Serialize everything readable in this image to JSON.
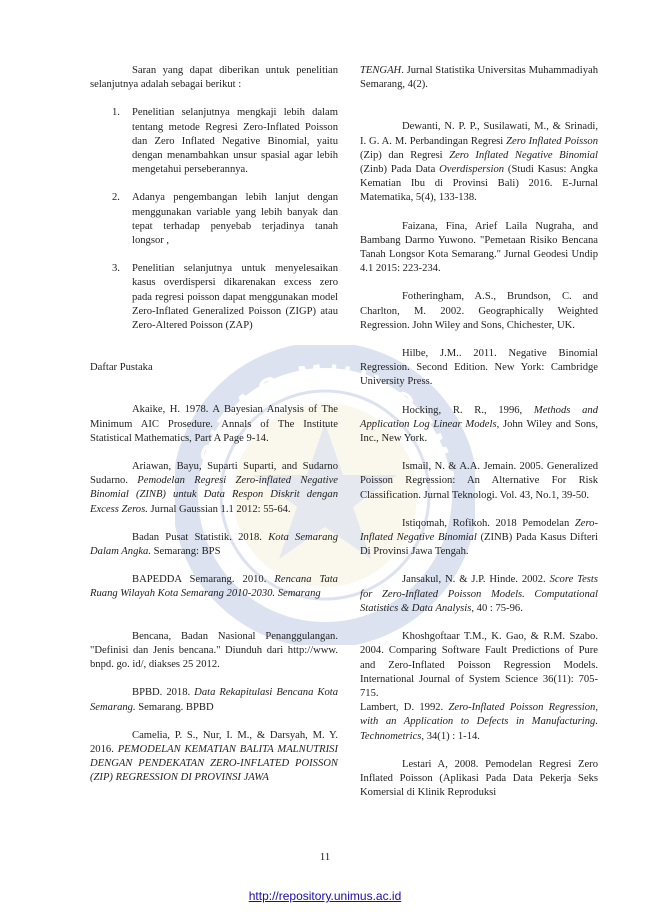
{
  "left": {
    "intro": "Saran yang dapat diberikan untuk penelitian selanjutnya adalah sebagai berikut :",
    "suggestions": [
      {
        "num": "1.",
        "text": "Penelitian selanjutnya mengkaji lebih dalam tentang metode Regresi Zero-Inflated Poisson dan Zero Inflated Negative Binomial, yaitu dengan menambahkan unsur spasial agar lebih mengetahui perseberannya."
      },
      {
        "num": "2.",
        "text": "Adanya pengembangan lebih lanjut dengan menggunakan variable yang lebih banyak dan tepat terhadap penyebab terjadinya tanah longsor ,"
      },
      {
        "num": "3.",
        "text": "Penelitian selanjutnya untuk menyelesaikan kasus overdispersi dikarenakan excess zero pada regresi poisson dapat menggunakan model Zero-Inflated Generalized Poisson (ZIGP) atau Zero-Altered Poisson (ZAP)"
      }
    ],
    "refs_heading": "Daftar Pustaka",
    "refs": [
      {
        "plain": "Akaike, H. 1978. A Bayesian Analysis of The Minimum AIC Prosedure. Annals of The Institute Statistical Mathematics, Part A Page 9-14.",
        "italic": "",
        "tail": ""
      },
      {
        "plain": "Ariawan, Bayu, Suparti Suparti, and Sudarno Sudarno. ",
        "italic": "Pemodelan Regresi Zero-inflated Negative Binomial (ZINB) untuk Data Respon Diskrit dengan Excess Zeros.",
        "tail": " Jurnal Gaussian 1.1 2012: 55-64."
      },
      {
        "plain": "Badan Pusat Statistik. 2018. ",
        "italic": "Kota Semarang Dalam Angka.",
        "tail": " Semarang: BPS"
      },
      {
        "plain": "BAPEDDA Semarang. 2010. ",
        "italic": "Rencana Tata Ruang Wilayah Kota Semarang 2010-2030. Semarang",
        "tail": ""
      },
      {
        "plain": "Bencana, Badan Nasional Penanggulangan. \"Definisi dan Jenis bencana.\" Diunduh dari http://www. bnpd. go. id/, diakses 25 2012.",
        "italic": "",
        "tail": ""
      },
      {
        "plain": "BPBD. 2018. ",
        "italic": "Data Rekapitulasi Bencana Kota Semarang.",
        "tail": " Semarang. BPBD"
      },
      {
        "plain": "Camelia, P. S., Nur, I. M., & Darsyah, M. Y. 2016. ",
        "italic": "PEMODELAN KEMATIAN BALITA MALNUTRISI DENGAN PENDEKATAN ZERO-INFLATED POISSON (ZIP) REGRESSION DI PROVINSI JAWA",
        "tail": ""
      }
    ]
  },
  "right": {
    "continuation_italic": "TENGAH",
    "continuation_plain": ". Jurnal Statistika Universitas Muhammadiyah Semarang, 4(2).",
    "refs": [
      {
        "parts": [
          {
            "t": "Dewanti, N. P. P., Susilawati, M., & Srinadi, I. G. A. M. Perbandingan Regresi "
          },
          {
            "t": "Zero Inflated Poisson",
            "i": true
          },
          {
            "t": " (Zip) dan Regresi "
          },
          {
            "t": "Zero Inflated Negative Binomial",
            "i": true
          },
          {
            "t": " (Zinb) Pada Data "
          },
          {
            "t": "Overdispersion",
            "i": true
          },
          {
            "t": " (Studi Kasus: Angka Kematian Ibu di Provinsi Bali) 2016. E-Jurnal Matematika, 5(4), 133-138."
          }
        ]
      },
      {
        "parts": [
          {
            "t": "Faizana, Fina, Arief Laila Nugraha, and Bambang Darmo Yuwono. \"Pemetaan Risiko Bencana Tanah Longsor Kota Semarang.\" Jurnal Geodesi Undip 4.1 2015: 223-234."
          }
        ]
      },
      {
        "parts": [
          {
            "t": "Fotheringham, A.S., Brundson, C. and Charlton, M. 2002. Geographically Weighted Regression. John Wiley and Sons, Chichester, UK."
          }
        ]
      },
      {
        "parts": [
          {
            "t": "Hilbe, J.M.. 2011. Negative Binomial Regression. Second Edition. New York: Cambridge University Press."
          }
        ]
      },
      {
        "parts": [
          {
            "t": "Hocking, R. R., 1996, "
          },
          {
            "t": "Methods and Application Log Linear Models",
            "i": true
          },
          {
            "t": ", John Wiley and Sons, Inc., New York."
          }
        ]
      },
      {
        "parts": [
          {
            "t": "Ismail, N. & A.A. Jemain. 2005. Generalized Poisson Regression: An Alternative For Risk Classification. Jurnal Teknologi. Vol. 43, No.1, 39-50."
          }
        ]
      },
      {
        "parts": [
          {
            "t": "Istiqomah, Rofikoh. 2018 Pemodelan "
          },
          {
            "t": "Zero-Inflated Negative Binomial",
            "i": true
          },
          {
            "t": " (ZINB) Pada Kasus Difteri Di Provinsi Jawa Tengah."
          }
        ]
      },
      {
        "parts": [
          {
            "t": "Jansakul, N. & J.P. Hinde. 2002. "
          },
          {
            "t": "Score Tests for Zero-Inflated Poisson Models. Computational Statistics & Data Analysis",
            "i": true
          },
          {
            "t": ", 40 : 75-96."
          }
        ]
      },
      {
        "parts": [
          {
            "t": "Khoshgoftaar T.M., K. Gao, & R.M. Szabo. 2004. Comparing Software Fault Predictions of Pure and Zero-Inflated Poisson Regression Models. International Journal of System Science 36(11): 705-715."
          }
        ]
      },
      {
        "noindent": true,
        "nogap": true,
        "parts": [
          {
            "t": "Lambert, D. 1992. "
          },
          {
            "t": "Zero-Inflated Poisson Regression, with an Application to Defects in Manufacturing. Technometrics",
            "i": true
          },
          {
            "t": ", 34(1) : 1-14."
          }
        ]
      },
      {
        "parts": [
          {
            "t": "Lestari A, 2008. Pemodelan Regresi Zero Inflated Poisson (Aplikasi Pada Data Pekerja Seks Komersial di Klinik Reproduksi"
          }
        ]
      }
    ]
  },
  "watermark_text": "SITAS MUH SEMARANG",
  "page_number": "11",
  "footer_link": "http://repository.unimus.ac.id",
  "colors": {
    "link": "#1a0dab",
    "watermark": "#2a4fa0",
    "watermark_gold": "#c9a227"
  }
}
